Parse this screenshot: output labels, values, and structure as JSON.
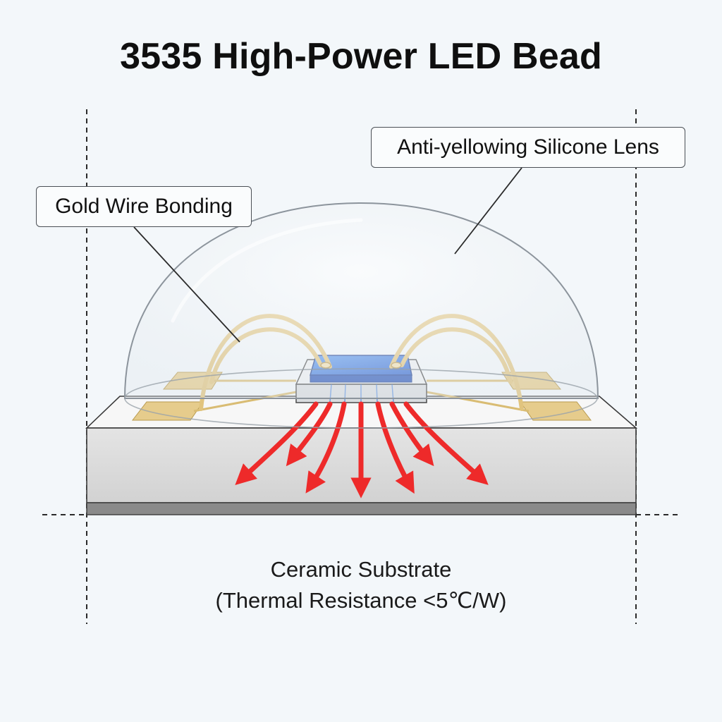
{
  "title": "3535 High-Power LED Bead",
  "callouts": {
    "lens": "Anti-yellowing Silicone Lens",
    "wire": "Gold Wire Bonding"
  },
  "caption": {
    "line1": "Ceramic Substrate",
    "line2": "(Thermal Resistance <5℃/W)"
  },
  "colors": {
    "background": "#f3f7fa",
    "substrate_front": "#dcdcdc",
    "substrate_top": "#f6f6f6",
    "substrate_base": "#8a8a8a",
    "chip_blue": "#3f7fe0",
    "gold": "#e3c98a",
    "heat_arrow": "#ee2a2a",
    "lens_stroke": "#8c949c"
  }
}
